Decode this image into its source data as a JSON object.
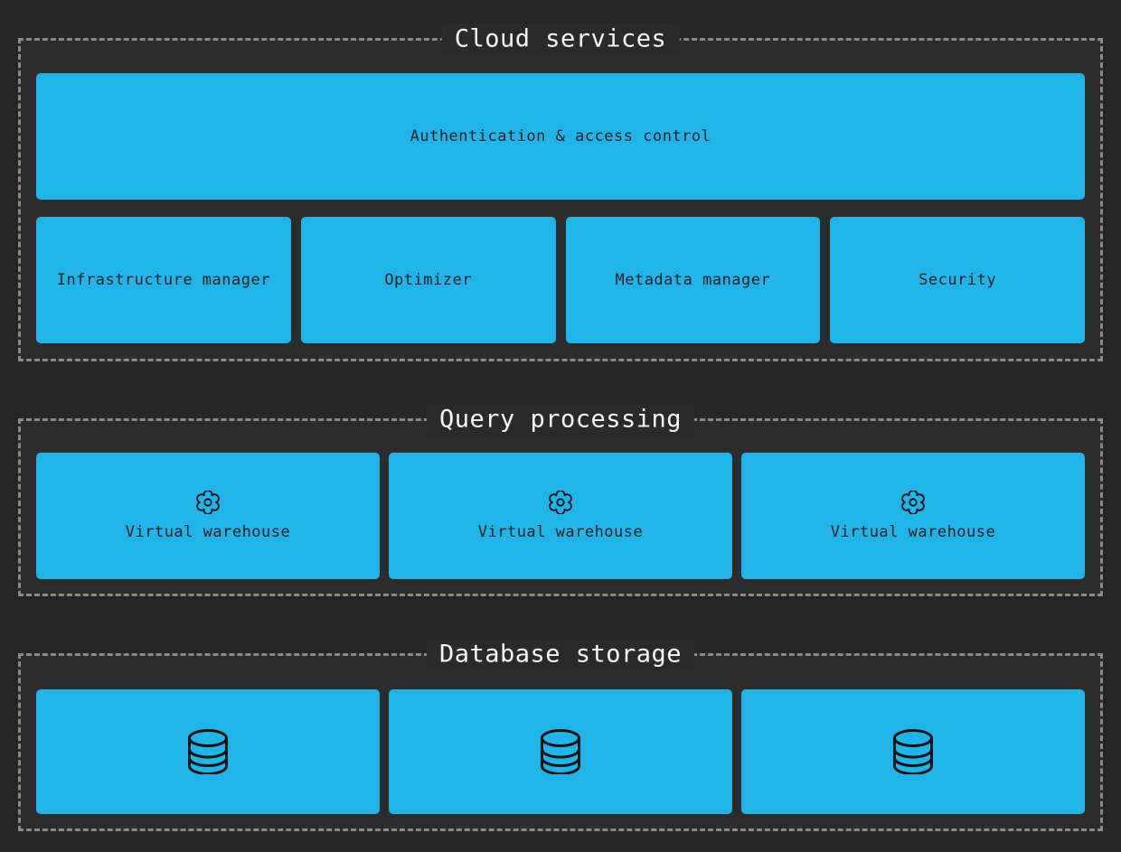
{
  "diagram": {
    "colors": {
      "background": "#262626",
      "panel_background": "#2c2c2c",
      "panel_border": "#8a8a8a",
      "node_fill": "#21b4e8",
      "title_text": "#f5f5f5",
      "node_text": "#1e2021",
      "icon_stroke": "#141414"
    },
    "sections": {
      "cloud_services": {
        "title": "Cloud services",
        "auth_box": {
          "label": "Authentication & access control"
        },
        "boxes": [
          {
            "label": "Infrastructure manager"
          },
          {
            "label": "Optimizer"
          },
          {
            "label": "Metadata manager"
          },
          {
            "label": "Security"
          }
        ]
      },
      "query_processing": {
        "title": "Query processing",
        "warehouses": [
          {
            "icon": "gear-icon",
            "label": "Virtual warehouse"
          },
          {
            "icon": "gear-icon",
            "label": "Virtual warehouse"
          },
          {
            "icon": "gear-icon",
            "label": "Virtual warehouse"
          }
        ]
      },
      "database_storage": {
        "title": "Database storage",
        "databases": [
          {
            "icon": "database-icon"
          },
          {
            "icon": "database-icon"
          },
          {
            "icon": "database-icon"
          }
        ]
      }
    }
  }
}
